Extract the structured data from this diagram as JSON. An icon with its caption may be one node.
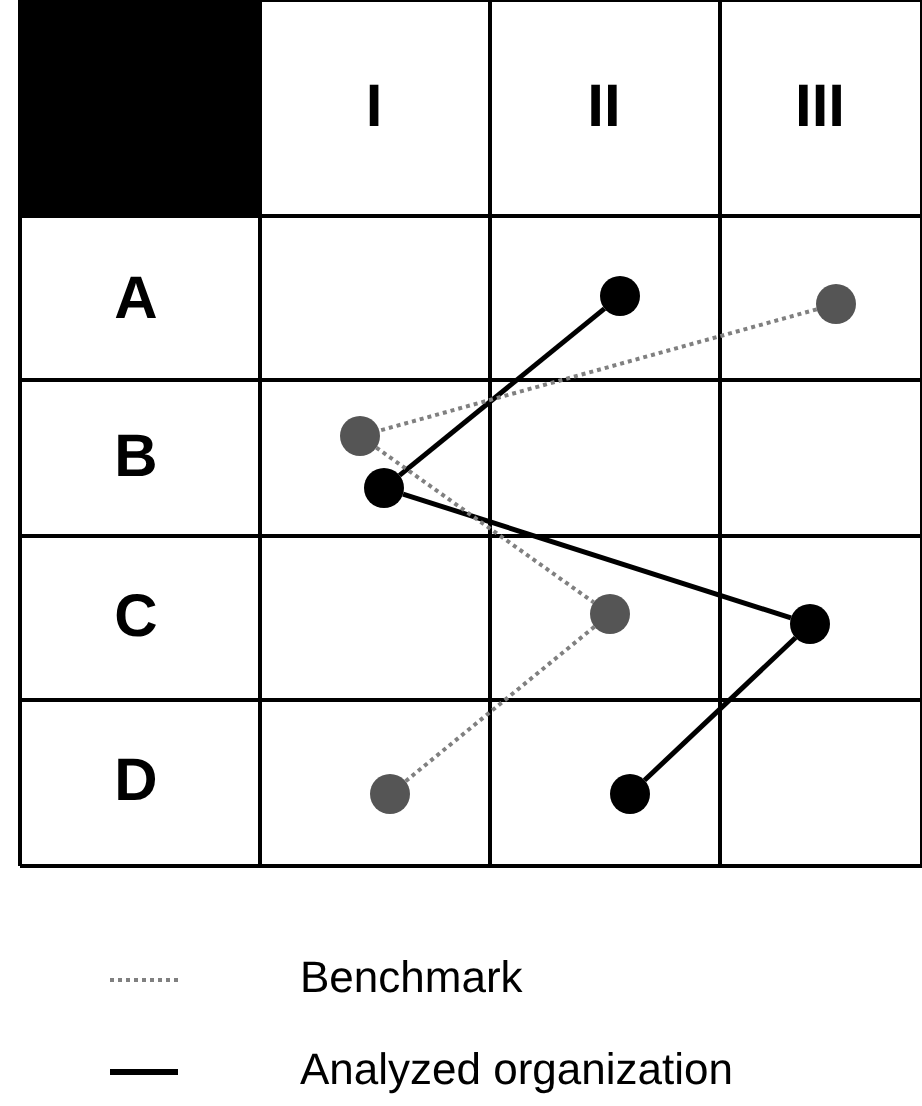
{
  "diagram": {
    "nodes": [
      {
        "text": [],
        "shape": "circle"
      },
      {
        "text": [],
        "shape": "circle"
      },
      {
        "text": [],
        "shape": "circle"
      },
      {
        "text": [],
        "shape": "circle"
      },
      {
        "text": [],
        "shape": "circle"
      },
      {
        "text": [],
        "shape": "circle"
      },
      {
        "text": [],
        "shape": "circle"
      },
      {
        "text": [],
        "shape": "circle"
      }
    ],
    "edges": [
      {
        "from": 0,
        "to": 3,
        "arrow": "none"
      },
      {
        "from": 3,
        "to": 5,
        "arrow": "none"
      },
      {
        "from": 5,
        "to": 7,
        "arrow": "none"
      },
      {
        "from": 1,
        "to": 2,
        "arrow": "none",
        "style": "dashed",
        "color": "#808080"
      },
      {
        "from": 2,
        "to": 4,
        "arrow": "none",
        "style": "dashed",
        "color": "#808080"
      },
      {
        "from": 4,
        "to": 6,
        "arrow": "none",
        "style": "dashed",
        "color": "#808080"
      }
    ],
    "labels": [
      "I",
      "II",
      "III",
      "A",
      "B",
      "C",
      "D"
    ],
    "legend": [
      {
        "text": "Benchmark"
      },
      {
        "text": "Analyzed organization"
      }
    ]
  }
}
